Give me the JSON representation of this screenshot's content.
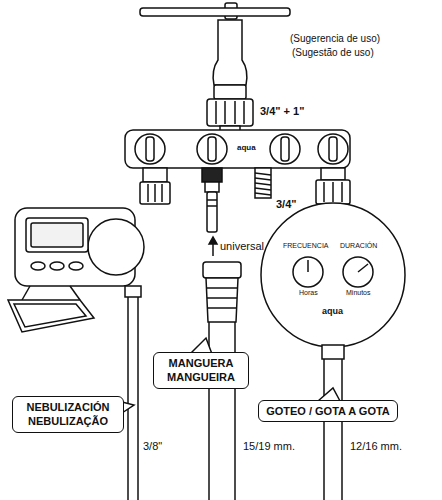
{
  "diagram": {
    "nodes": [
      {
        "text": [
          "MANGUERA",
          "MANGUEIRA"
        ]
      },
      {
        "text": [
          "NEBULIZACIÓN",
          "NEBULIZAÇÃO"
        ]
      },
      {
        "text": [
          "GOTEO / GOTA A GOTA"
        ]
      }
    ],
    "labels": [
      "(Sugerencia de uso)",
      "(Sugestão de uso)",
      "3/4\" + 1\"",
      "aqua",
      "3/4\"",
      "universal",
      "FRECUENCIA",
      "DURACIÓN",
      "Horas",
      "Minutos",
      "aqua",
      "3/8\"",
      "15/19 mm.",
      "12/16 mm."
    ]
  }
}
